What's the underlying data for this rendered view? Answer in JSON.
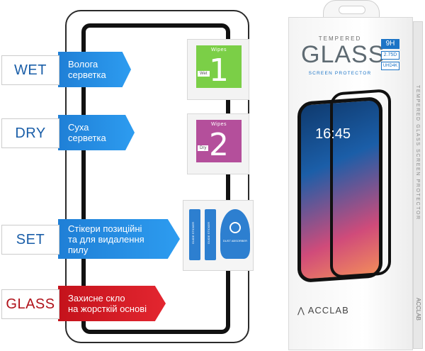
{
  "labels": [
    {
      "code": "WET",
      "line1": "Волога",
      "line2": "серветка",
      "color": "#2489dc"
    },
    {
      "code": "DRY",
      "line1": "Суха",
      "line2": "серветка",
      "color": "#2489dc"
    },
    {
      "code": "SET",
      "line1": "Стікери позиційні",
      "line2": "та для видалення",
      "line3": "пилу",
      "color": "#2489dc"
    },
    {
      "code": "GLASS",
      "line1": "Захисне скло",
      "line2": "на жорсткій основі",
      "color": "#d51720"
    }
  ],
  "wipes": [
    {
      "title": "Wipes",
      "number": "1",
      "badge": "Wet",
      "color": "#7bcf47"
    },
    {
      "title": "Wipes",
      "number": "2",
      "badge": "Dry",
      "color": "#b44f9b"
    }
  ],
  "stickers": {
    "strip_label": "GUIDE STICKER",
    "dust_label": "DUST ABSORBER"
  },
  "box": {
    "tempered": "TEMPERED",
    "logo": "GLASS",
    "subtitle": "SCREEN PROTECTOR",
    "spec_1": "9H",
    "spec_2": "2.75D",
    "spec_3": "UHD4K",
    "clock": "16:45",
    "brand": "ACCLAB",
    "side_text": "TEMPERED GLASS SCREEN PROTECTOR",
    "side_brand": "ACCLAB"
  },
  "colors": {
    "accent_blue": "#1c74c6",
    "accent_red": "#d51720"
  }
}
